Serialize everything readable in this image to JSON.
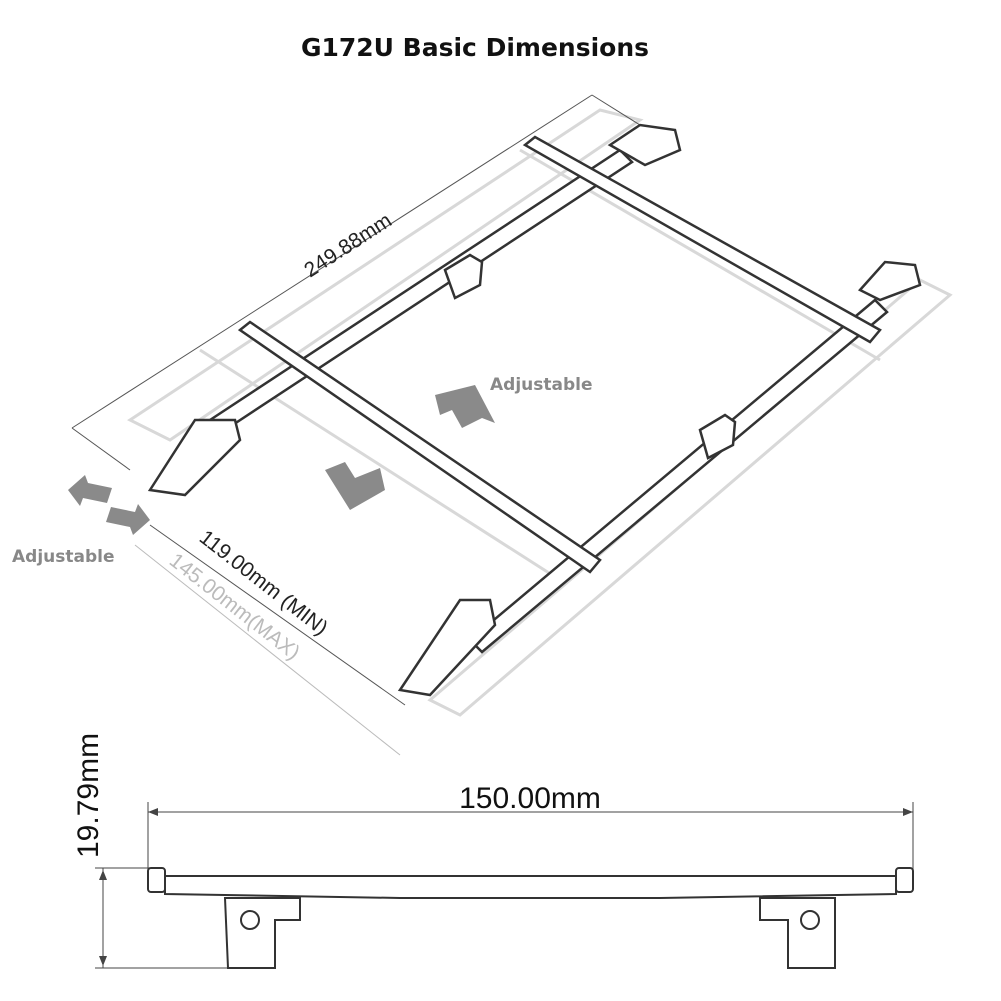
{
  "title": "G172U Basic Dimensions",
  "dimensions": {
    "length": "249.88mm",
    "width_min": "119.00mm (MIN)",
    "width_max": "145.00mm(MAX)",
    "side_length": "150.00mm",
    "height": "19.79mm"
  },
  "labels": {
    "adjustable_top": "Adjustable",
    "adjustable_left": "Adjustable"
  },
  "colors": {
    "arrow": "#8a8a8a",
    "line": "#333333",
    "ghost": "#d8d8d8"
  }
}
